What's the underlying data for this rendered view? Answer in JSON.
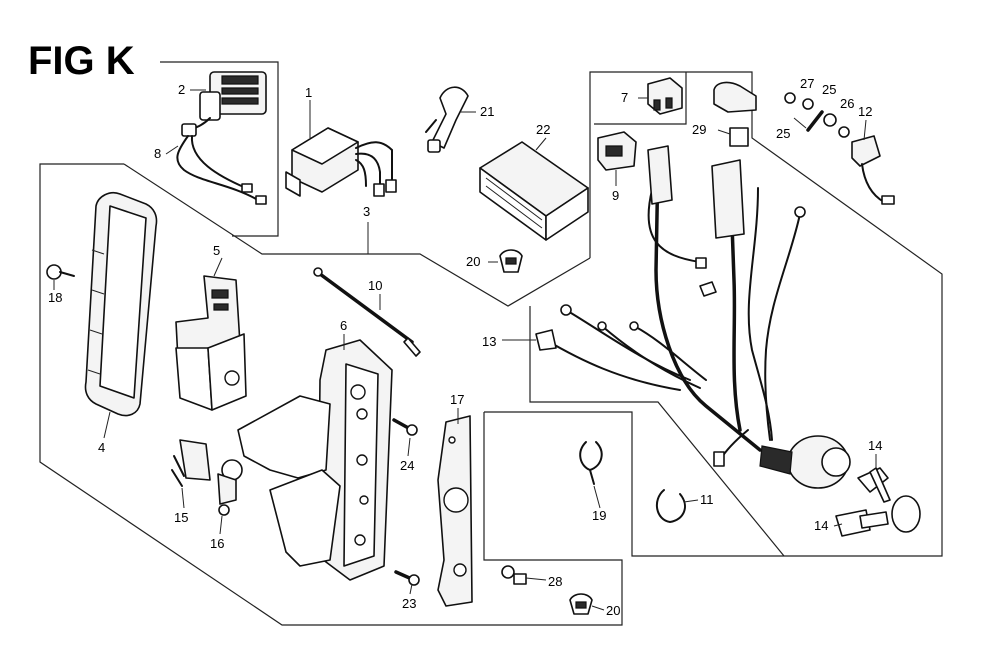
{
  "figure": {
    "title": "FIG K"
  },
  "callouts": {
    "c1": "1",
    "c2": "2",
    "c3": "3",
    "c4": "4",
    "c5": "5",
    "c6": "6",
    "c7": "7",
    "c8": "8",
    "c9": "9",
    "c10": "10",
    "c11": "11",
    "c12": "12",
    "c13": "13",
    "c14a": "14",
    "c14b": "14",
    "c15": "15",
    "c16": "16",
    "c17": "17",
    "c18": "18",
    "c19": "19",
    "c20a": "20",
    "c20b": "20",
    "c21": "21",
    "c22": "22",
    "c23": "23",
    "c24": "24",
    "c25a": "25",
    "c25b": "25",
    "c26": "26",
    "c27": "27",
    "c28": "28",
    "c29": "29"
  }
}
